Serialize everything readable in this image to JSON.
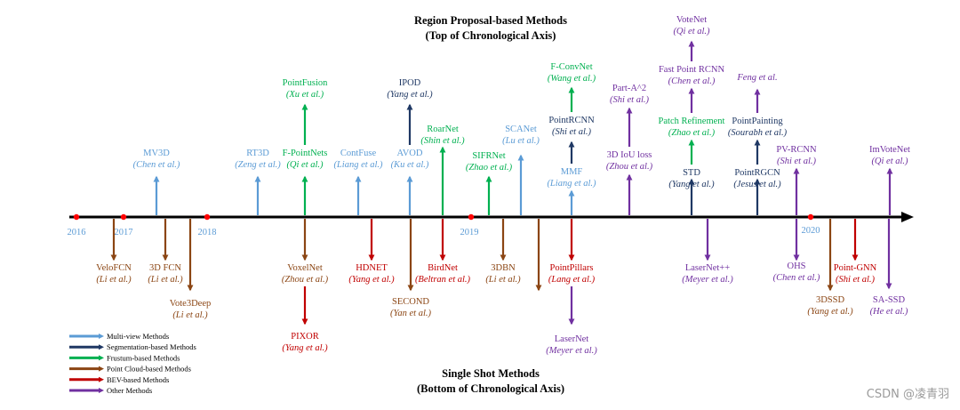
{
  "header": {
    "top_title": "Region Proposal-based Methods",
    "top_subtitle": "(Top of Chronological Axis)",
    "bottom_title": "Single Shot Methods",
    "bottom_subtitle": "(Bottom of Chronological Axis)"
  },
  "colors": {
    "multiview": "#5b9bd5",
    "segmentation": "#1f3864",
    "frustum": "#00b050",
    "pointcloud": "#8b4513",
    "bev": "#c00000",
    "other": "#7030a0",
    "axis": "#000000",
    "year_dot": "#ff0000"
  },
  "years": [
    {
      "label": "2016"
    },
    {
      "label": "2017"
    },
    {
      "label": "2018"
    },
    {
      "label": "2019"
    },
    {
      "label": "2020"
    }
  ],
  "legend": [
    {
      "label": "Multi-view Methods",
      "cat": "multiview"
    },
    {
      "label": "Segmentation-based Methods",
      "cat": "segmentation"
    },
    {
      "label": "Frustum-based Methods",
      "cat": "frustum"
    },
    {
      "label": "Point Cloud-based Methods",
      "cat": "pointcloud"
    },
    {
      "label": "BEV-based Methods",
      "cat": "bev"
    },
    {
      "label": "Other Methods",
      "cat": "other"
    }
  ],
  "methods_top": [
    {
      "name": "MV3D",
      "cite": "(Chen et al.)",
      "cat": "multiview"
    },
    {
      "name": "RT3D",
      "cite": "(Zeng et al.)",
      "cat": "multiview"
    },
    {
      "name": "F-PointNets",
      "cite": "(Qi et al.)",
      "cat": "frustum"
    },
    {
      "name": "PointFusion",
      "cite": "(Xu et al.)",
      "cat": "frustum"
    },
    {
      "name": "ContFuse",
      "cite": "(Liang et al.)",
      "cat": "multiview"
    },
    {
      "name": "AVOD",
      "cite": "(Ku et al.)",
      "cat": "multiview"
    },
    {
      "name": "IPOD",
      "cite": "(Yang et al.)",
      "cat": "segmentation"
    },
    {
      "name": "RoarNet",
      "cite": "(Shin et al.)",
      "cat": "frustum"
    },
    {
      "name": "SIFRNet",
      "cite": "(Zhao et al.)",
      "cat": "frustum"
    },
    {
      "name": "SCANet",
      "cite": "(Lu et al.)",
      "cat": "multiview"
    },
    {
      "name": "MMF",
      "cite": "(Liang et al.)",
      "cat": "multiview"
    },
    {
      "name": "PointRCNN",
      "cite": "(Shi et al.)",
      "cat": "segmentation"
    },
    {
      "name": "F-ConvNet",
      "cite": "(Wang et al.)",
      "cat": "frustum"
    },
    {
      "name": "3D IoU loss",
      "cite": "(Zhou et al.)",
      "cat": "other"
    },
    {
      "name": "Part-A^2",
      "cite": "(Shi et al.)",
      "cat": "other"
    },
    {
      "name": "STD",
      "cite": "(Yang et al.)",
      "cat": "segmentation"
    },
    {
      "name": "Patch Refinement",
      "cite": "(Zhao et al.)",
      "cat": "frustum"
    },
    {
      "name": "Fast Point RCNN",
      "cite": "(Chen et al.)",
      "cat": "other"
    },
    {
      "name": "VoteNet",
      "cite": "(Qi et al.)",
      "cat": "other"
    },
    {
      "name": "PointRGCN",
      "cite": "(Jesus et al.)",
      "cat": "segmentation"
    },
    {
      "name": "PointPainting",
      "cite": "(Sourabh et al.)",
      "cat": "segmentation"
    },
    {
      "name": "",
      "cite": "Feng et al.",
      "cat": "other"
    },
    {
      "name": "PV-RCNN",
      "cite": "(Shi et al.)",
      "cat": "other"
    },
    {
      "name": "ImVoteNet",
      "cite": "(Qi et al.)",
      "cat": "other"
    }
  ],
  "methods_bottom": [
    {
      "name": "VeloFCN",
      "cite": "(Li et al.)",
      "cat": "pointcloud"
    },
    {
      "name": "3D FCN",
      "cite": "(Li et al.)",
      "cat": "pointcloud"
    },
    {
      "name": "Vote3Deep",
      "cite": "(Li et al.)",
      "cat": "pointcloud"
    },
    {
      "name": "VoxelNet",
      "cite": "(Zhou et al.)",
      "cat": "pointcloud"
    },
    {
      "name": "PIXOR",
      "cite": "(Yang et al.)",
      "cat": "bev"
    },
    {
      "name": "HDNET",
      "cite": "(Yang et al.)",
      "cat": "bev"
    },
    {
      "name": "SECOND",
      "cite": "(Yan et al.)",
      "cat": "pointcloud"
    },
    {
      "name": "BirdNet",
      "cite": "(Beltran et al.)",
      "cat": "bev"
    },
    {
      "name": "3DBN",
      "cite": "(Li et al.)",
      "cat": "pointcloud"
    },
    {
      "name": "",
      "cite": "",
      "cat": "pointcloud"
    },
    {
      "name": "PointPillars",
      "cite": "(Lang et al.)",
      "cat": "bev"
    },
    {
      "name": "LaserNet",
      "cite": "(Meyer et al.)",
      "cat": "other"
    },
    {
      "name": "LaserNet++",
      "cite": "(Meyer et al.)",
      "cat": "other"
    },
    {
      "name": "OHS",
      "cite": "(Chen et al.)",
      "cat": "other"
    },
    {
      "name": "3DSSD",
      "cite": "(Yang et al.)",
      "cat": "pointcloud"
    },
    {
      "name": "Point-GNN",
      "cite": "(Shi et al.)",
      "cat": "bev"
    },
    {
      "name": "SA-SSD",
      "cite": "(He et al.)",
      "cat": "other"
    }
  ],
  "watermark": "CSDN @凌青羽"
}
